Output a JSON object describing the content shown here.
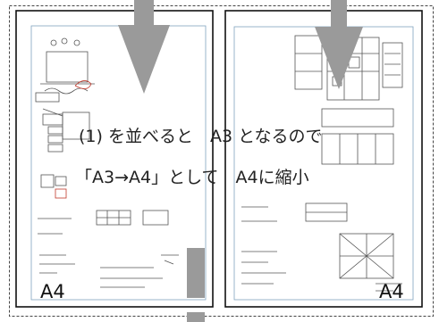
{
  "caption": {
    "line1": "(1) を並べると　A3 となるので",
    "line2": "「A3→A4」として　A4に縮小"
  },
  "pages": {
    "left_label": "A4",
    "right_label": "A4"
  },
  "colors": {
    "arrow": "#9a9a9a",
    "page_border": "#111111",
    "dashed_border": "#444444",
    "sketch_line": "#6f8fa8",
    "sketch_ink": "#555555",
    "note_red": "#c0392b"
  }
}
